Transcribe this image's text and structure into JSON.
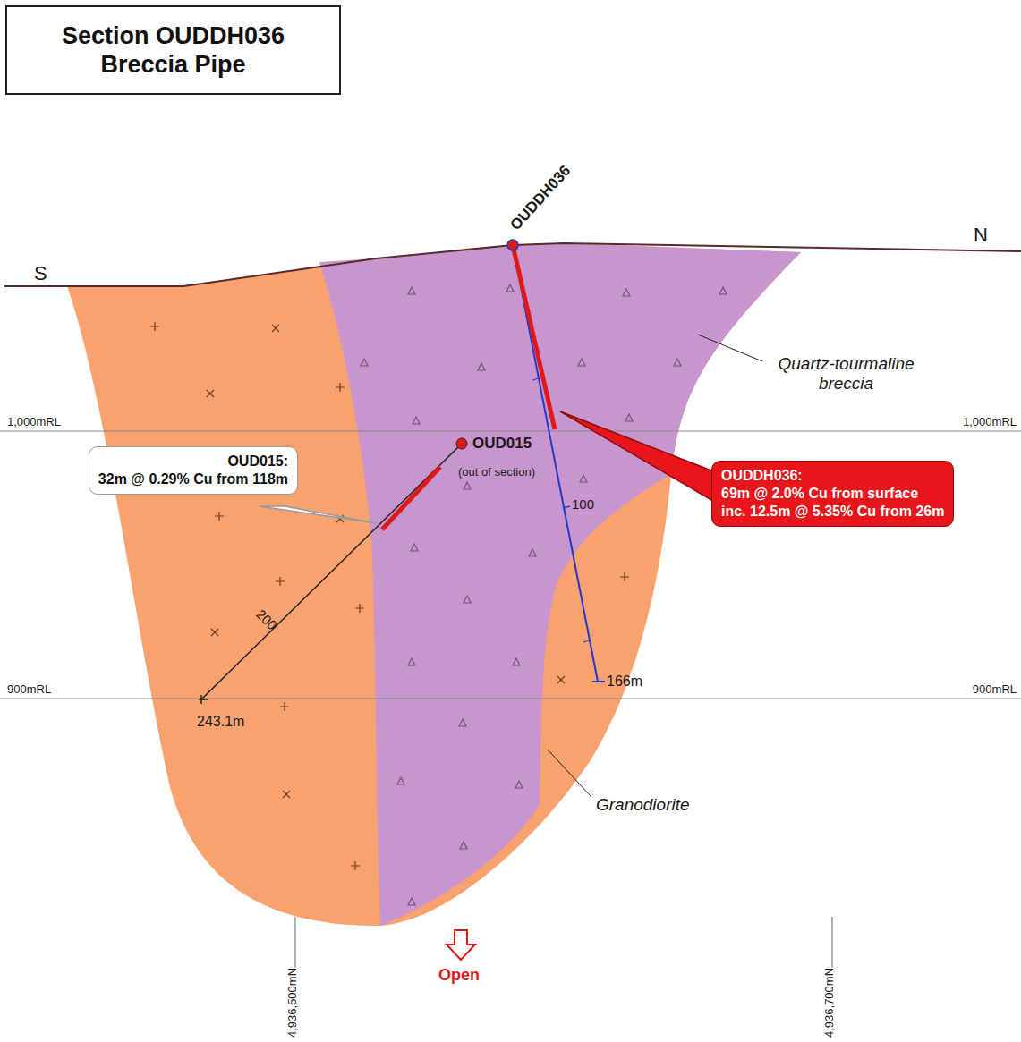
{
  "diagram": {
    "title": "Section OUDDH036 Breccia Pipe",
    "nodes": [
      {
        "text": [
          "OUD015:",
          "32m @ 0.29% Cu from 118m"
        ]
      },
      {
        "text": [
          "OUDDH036:",
          "69m @ 2.0% Cu from surface",
          "inc. 12.5m @ 5.35% Cu from 26m"
        ]
      }
    ],
    "labels": [
      "OUDDH036",
      "OUD015",
      "(out of section)",
      "S",
      "N",
      "Quartz-tourmaline breccia",
      "1,000mRL",
      "1,000mRL",
      "100",
      "200",
      "900mRL",
      "900mRL",
      "166m",
      "243.1m",
      "Granodiorite",
      "4,936,500mN",
      "4,936,700mN",
      "Open"
    ]
  }
}
